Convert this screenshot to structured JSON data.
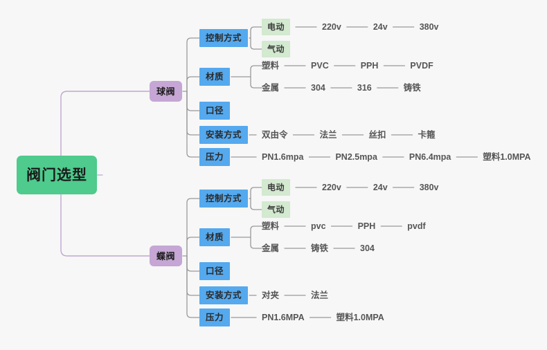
{
  "meta": {
    "background_color": "#f7f7f7",
    "root_color": "#4ecb8d",
    "branch_color": "#c5a6d4",
    "attribute_color": "#55a9ee",
    "option_color": "#d3e9d0",
    "root_link_color": "#bfa6d1",
    "link_color": "#999999",
    "leaf_text_color": "#555555"
  },
  "root": {
    "label": "阀门选型"
  },
  "branches": [
    {
      "id": "ball-valve",
      "label": "球阀",
      "attributes": [
        {
          "id": "control-method",
          "label": "控制方式",
          "options": [
            {
              "label": "电动",
              "boxed": true,
              "leaves": [
                "220v",
                "24v",
                "380v"
              ]
            },
            {
              "label": "气动",
              "boxed": true,
              "leaves": []
            }
          ]
        },
        {
          "id": "material",
          "label": "材质",
          "options": [
            {
              "label": "塑料",
              "boxed": false,
              "leaves": [
                "PVC",
                "PPH",
                "PVDF"
              ]
            },
            {
              "label": "金属",
              "boxed": false,
              "leaves": [
                "304",
                "316",
                "铸铁"
              ]
            }
          ]
        },
        {
          "id": "diameter",
          "label": "口径",
          "options": []
        },
        {
          "id": "installation",
          "label": "安装方式",
          "options": [
            {
              "label": "双由令",
              "boxed": false,
              "leaves": [
                "法兰",
                "丝扣",
                "卡箍"
              ]
            }
          ]
        },
        {
          "id": "pressure",
          "label": "压力",
          "options": [
            {
              "label": "PN1.6mpa",
              "boxed": false,
              "leaves": [
                "PN2.5mpa",
                "PN6.4mpa",
                "塑料1.0MPA"
              ]
            }
          ]
        }
      ]
    },
    {
      "id": "butterfly-valve",
      "label": "蝶阀",
      "attributes": [
        {
          "id": "control-method",
          "label": "控制方式",
          "options": [
            {
              "label": "电动",
              "boxed": true,
              "leaves": [
                "220v",
                "24v",
                "380v"
              ]
            },
            {
              "label": "气动",
              "boxed": true,
              "leaves": []
            }
          ]
        },
        {
          "id": "material",
          "label": "材质",
          "options": [
            {
              "label": "塑料",
              "boxed": false,
              "leaves": [
                "pvc",
                "PPH",
                "pvdf"
              ]
            },
            {
              "label": "金属",
              "boxed": false,
              "leaves": [
                "铸铁",
                "304"
              ]
            }
          ]
        },
        {
          "id": "diameter",
          "label": "口径",
          "options": []
        },
        {
          "id": "installation",
          "label": "安装方式",
          "options": [
            {
              "label": "对夹",
              "boxed": false,
              "leaves": [
                "法兰"
              ]
            }
          ]
        },
        {
          "id": "pressure",
          "label": "压力",
          "options": [
            {
              "label": "PN1.6MPA",
              "boxed": false,
              "leaves": [
                "塑料1.0MPA"
              ]
            }
          ]
        }
      ]
    }
  ]
}
